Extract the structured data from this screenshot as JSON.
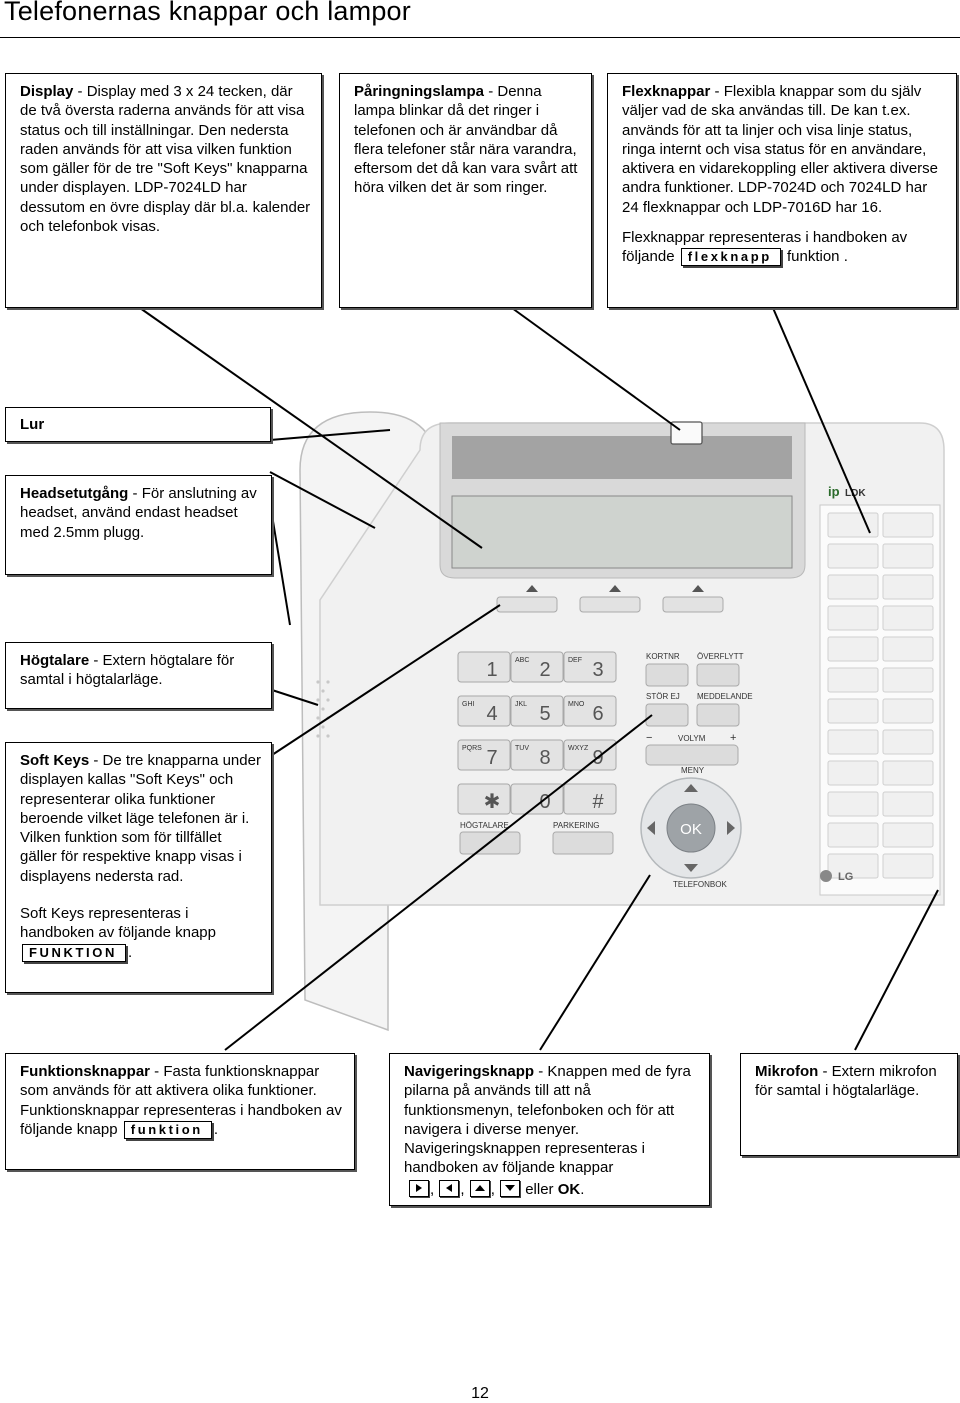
{
  "page": {
    "title": "Telefonernas knappar och lampor",
    "page_number": "12"
  },
  "boxes": {
    "display": {
      "term": "Display",
      "text": " - Display med 3 x 24 tecken, där de två översta raderna används för att visa status och till inställningar. Den nedersta raden används för att visa vilken funktion som gäller för de tre \"Soft Keys\" knapparna under displayen. LDP-7024LD har dessutom en övre display där bl.a. kalender och telefonbok visas."
    },
    "ringing_lamp": {
      "term": "Påringningslampa",
      "text": " - Denna lampa blinkar då det ringer i telefonen och är användbar då flera telefoner står nära varandra, eftersom det då kan vara svårt att höra vilken det är som ringer."
    },
    "flex": {
      "term": "Flexknappar",
      "text": " - Flexibla knappar som du själv väljer vad de ska användas till. De kan t.ex. används för att ta linjer och visa linje status, ringa internt och visa status för en användare, aktivera en vidarekoppling eller aktivera diverse andra funktioner. LDP-7024D och 7024LD har 24 flexknappar och LDP-7016D har 16.",
      "line2_before": "Flexknappar representeras i handboken av följande",
      "key": "flexknapp",
      "line2_after": "funktion ."
    },
    "lur": {
      "term": "Lur"
    },
    "headset": {
      "term": "Headsetutgång",
      "text": " - För anslutning av headset, använd endast headset med 2.5mm plugg."
    },
    "speaker": {
      "term": "Högtalare",
      "text": " - Extern högtalare för samtal i högtalarläge."
    },
    "softkeys": {
      "term": "Soft Keys",
      "text": " - De tre knapparna under displayen kallas \"Soft Keys\" och representerar olika funktioner beroende vilket läge telefonen är i. Vilken funktion som för tillfället gäller för respektive knapp visas i displayens nedersta rad.",
      "line2_before": "Soft Keys representeras i handboken av följande knapp",
      "key": "FUNKTION",
      "line2_after": "."
    },
    "function_keys": {
      "term": "Funktionsknappar",
      "text": " - Fasta funktionsknappar som används för att aktivera olika funktioner. Funktionsknappar representeras i handboken av följande knapp",
      "key": "funktion",
      "after": "."
    },
    "nav": {
      "term": "Navigeringsknapp",
      "text": " - Knappen med de fyra pilarna på används till att nå funktionsmenyn, telefonboken och för att navigera i diverse menyer. Navigeringsknappen representeras i handboken av följande knappar",
      "sep": ",",
      "or": " eller ",
      "ok": "OK",
      "end": "."
    },
    "mic": {
      "term": "Mikrofon",
      "text": " - Extern mikrofon för samtal i högtalarläge."
    }
  },
  "phone": {
    "brand": "LDK",
    "ip_mark": "ip",
    "lg": "LG",
    "keypad": [
      {
        "digit": "1",
        "letters": ""
      },
      {
        "digit": "2",
        "letters": "ABC"
      },
      {
        "digit": "3",
        "letters": "DEF"
      },
      {
        "digit": "4",
        "letters": "GHI"
      },
      {
        "digit": "5",
        "letters": "JKL"
      },
      {
        "digit": "6",
        "letters": "MNO"
      },
      {
        "digit": "7",
        "letters": "PQRS"
      },
      {
        "digit": "8",
        "letters": "TUV"
      },
      {
        "digit": "9",
        "letters": "WXYZ"
      },
      {
        "digit": "✱",
        "letters": ""
      },
      {
        "digit": "0",
        "letters": ""
      },
      {
        "digit": "#",
        "letters": ""
      }
    ],
    "labels": {
      "kortnr": "KORTNR",
      "overflytt": "ÖVERFLYTT",
      "stor_ej": "STÖR EJ",
      "meddelande": "MEDDELANDE",
      "volym": "VOLYM",
      "minus": "−",
      "plus": "+",
      "meny": "MENY",
      "ok": "OK",
      "telefonbok": "TELEFONBOK",
      "hogtalare": "HÖGTALARE",
      "parkering": "PARKERING"
    }
  }
}
